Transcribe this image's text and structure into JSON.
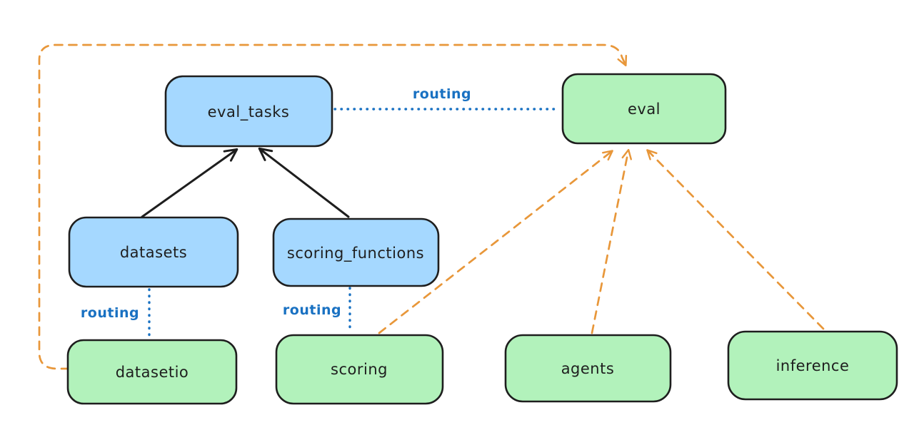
{
  "nodes": {
    "eval_tasks": {
      "label": "eval_tasks",
      "kind": "api"
    },
    "eval": {
      "label": "eval",
      "kind": "provider"
    },
    "datasets": {
      "label": "datasets",
      "kind": "api"
    },
    "scoring_functions": {
      "label": "scoring_functions",
      "kind": "api"
    },
    "datasetio": {
      "label": "datasetio",
      "kind": "provider"
    },
    "scoring": {
      "label": "scoring",
      "kind": "provider"
    },
    "agents": {
      "label": "agents",
      "kind": "provider"
    },
    "inference": {
      "label": "inference",
      "kind": "provider"
    }
  },
  "edge_labels": {
    "eval_tasks_to_eval": "routing",
    "datasets_to_datasetio": "routing",
    "scoring_functions_to_scoring": "routing"
  },
  "colors": {
    "api_fill": "#a5d8ff",
    "provider_fill": "#b2f2bb",
    "stroke": "#1e1e1e",
    "routing_line": "#1971c2",
    "dependency_line": "#e8973a",
    "background": "#ffffff"
  }
}
